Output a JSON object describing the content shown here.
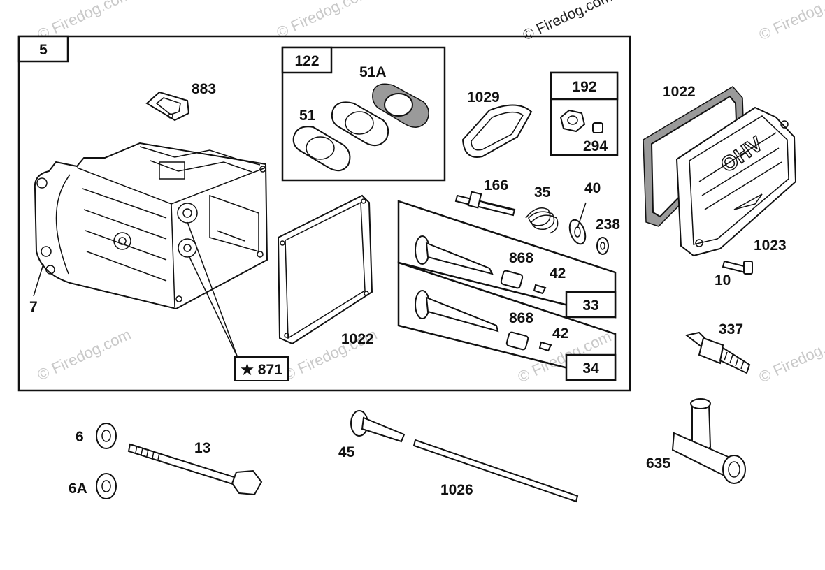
{
  "copyright": "© Firedog.com",
  "watermark": "© Firedog.com",
  "boxes": {
    "assembly": "5",
    "gasket_set": "122",
    "nut_set": "192",
    "valve_intake": "33",
    "valve_exhaust": "34",
    "kit": "★ 871"
  },
  "labels": {
    "p883": "883",
    "p51A": "51A",
    "p51": "51",
    "p1029": "1029",
    "p294": "294",
    "p7": "7",
    "p1022_gasket": "1022",
    "p166": "166",
    "p35": "35",
    "p40": "40",
    "p238": "238",
    "p868_a": "868",
    "p42_a": "42",
    "p868_b": "868",
    "p42_b": "42",
    "p1022_cover": "1022",
    "p1023": "1023",
    "p10": "10",
    "p337": "337",
    "p635": "635",
    "p6": "6",
    "p6A": "6A",
    "p13": "13",
    "p45": "45",
    "p1026": "1026"
  }
}
